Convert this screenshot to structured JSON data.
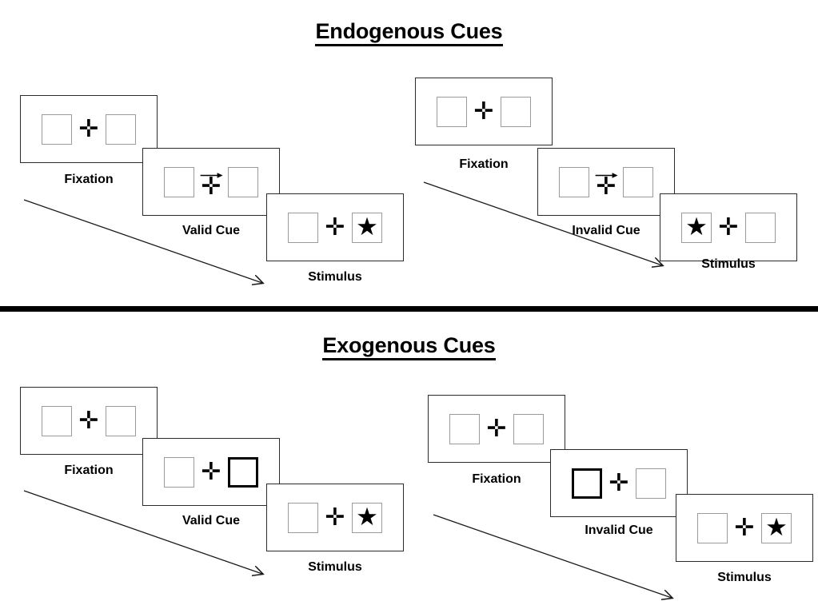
{
  "page": {
    "background": "#ffffff",
    "accent": "#000000",
    "slot_border_color": "#9b9b9b",
    "cue_border_color": "#000000"
  },
  "sections": [
    {
      "title": "Endogenous Cues",
      "cue_type": "arrow",
      "columns": [
        {
          "name": "valid",
          "frames": [
            {
              "label": "Fixation",
              "left_slot": {
                "cued": false,
                "star": false
              },
              "right_slot": {
                "cued": false,
                "star": false
              },
              "arrow_cue": false
            },
            {
              "label": "Valid Cue",
              "left_slot": {
                "cued": false,
                "star": false
              },
              "right_slot": {
                "cued": false,
                "star": false
              },
              "arrow_cue": true,
              "arrow_direction": "right"
            },
            {
              "label": "Stimulus",
              "left_slot": {
                "cued": false,
                "star": false
              },
              "right_slot": {
                "cued": false,
                "star": true
              },
              "arrow_cue": false
            }
          ]
        },
        {
          "name": "invalid",
          "frames": [
            {
              "label": "Fixation",
              "left_slot": {
                "cued": false,
                "star": false
              },
              "right_slot": {
                "cued": false,
                "star": false
              },
              "arrow_cue": false
            },
            {
              "label": "Invalid Cue",
              "left_slot": {
                "cued": false,
                "star": false
              },
              "right_slot": {
                "cued": false,
                "star": false
              },
              "arrow_cue": true,
              "arrow_direction": "right"
            },
            {
              "label": "Stimulus",
              "left_slot": {
                "cued": false,
                "star": true
              },
              "right_slot": {
                "cued": false,
                "star": false
              },
              "arrow_cue": false
            }
          ]
        }
      ]
    },
    {
      "title": "Exogenous Cues",
      "cue_type": "box-flash",
      "columns": [
        {
          "name": "valid",
          "frames": [
            {
              "label": "Fixation",
              "left_slot": {
                "cued": false,
                "star": false
              },
              "right_slot": {
                "cued": false,
                "star": false
              },
              "arrow_cue": false
            },
            {
              "label": "Valid Cue",
              "left_slot": {
                "cued": false,
                "star": false
              },
              "right_slot": {
                "cued": true,
                "star": false
              },
              "arrow_cue": false
            },
            {
              "label": "Stimulus",
              "left_slot": {
                "cued": false,
                "star": false
              },
              "right_slot": {
                "cued": false,
                "star": true
              },
              "arrow_cue": false
            }
          ]
        },
        {
          "name": "invalid",
          "frames": [
            {
              "label": "Fixation",
              "left_slot": {
                "cued": false,
                "star": false
              },
              "right_slot": {
                "cued": false,
                "star": false
              },
              "arrow_cue": false
            },
            {
              "label": "Invalid Cue",
              "left_slot": {
                "cued": true,
                "star": false
              },
              "right_slot": {
                "cued": false,
                "star": false
              },
              "arrow_cue": false
            },
            {
              "label": "Stimulus",
              "left_slot": {
                "cued": false,
                "star": false
              },
              "right_slot": {
                "cued": false,
                "star": true
              },
              "arrow_cue": false
            }
          ]
        }
      ]
    }
  ],
  "glyphs": {
    "star": "★",
    "plus": "✛"
  },
  "flow_arrows": [
    {
      "name": "endogenous-valid-flow"
    },
    {
      "name": "endogenous-invalid-flow"
    },
    {
      "name": "exogenous-valid-flow"
    },
    {
      "name": "exogenous-invalid-flow"
    }
  ]
}
